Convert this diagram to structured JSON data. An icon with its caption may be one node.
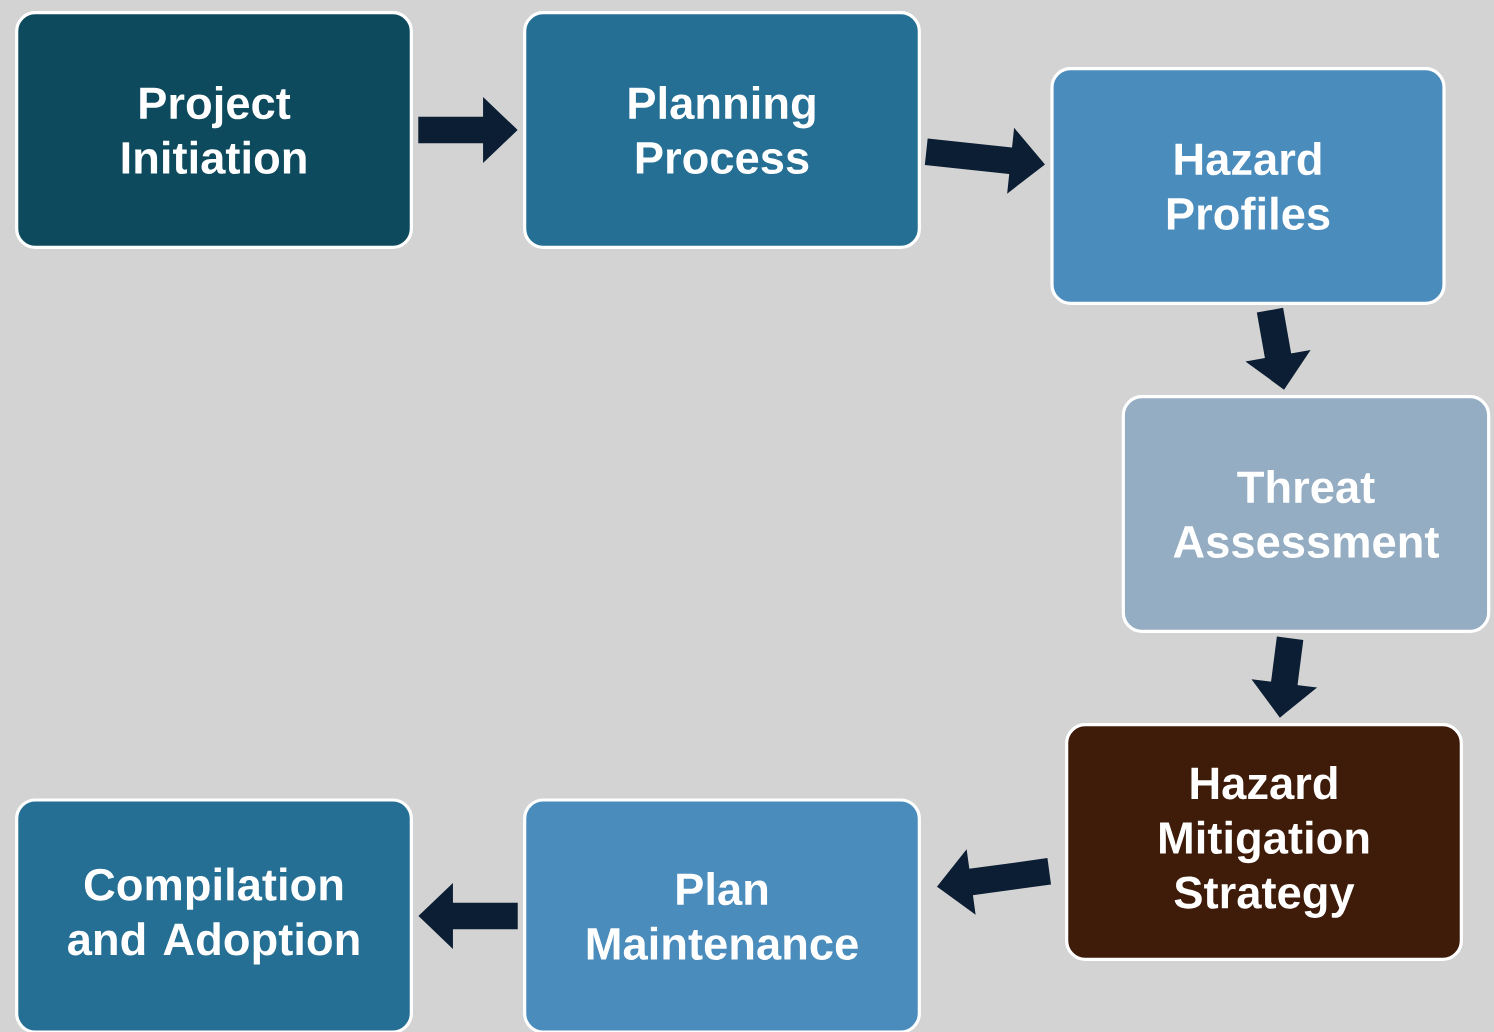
{
  "diagram": {
    "nodes": [
      {
        "text": [
          "Project Initiation"
        ]
      },
      {
        "text": [
          "Planning Process"
        ]
      },
      {
        "text": [
          "Hazard Profiles"
        ]
      },
      {
        "text": [
          "Threat Assessment"
        ]
      },
      {
        "text": [
          "Hazard Mitigation Strategy"
        ]
      },
      {
        "text": [
          "Plan Maintenance"
        ]
      },
      {
        "text": [
          "Compilation and Adoption"
        ]
      }
    ],
    "edges": [
      {
        "from": 0,
        "to": 1,
        "arrow": "to"
      },
      {
        "from": 1,
        "to": 2,
        "arrow": "to"
      },
      {
        "from": 2,
        "to": 3,
        "arrow": "to"
      },
      {
        "from": 3,
        "to": 4,
        "arrow": "to"
      },
      {
        "from": 4,
        "to": 5,
        "arrow": "to"
      },
      {
        "from": 5,
        "to": 6,
        "arrow": "to"
      }
    ]
  }
}
